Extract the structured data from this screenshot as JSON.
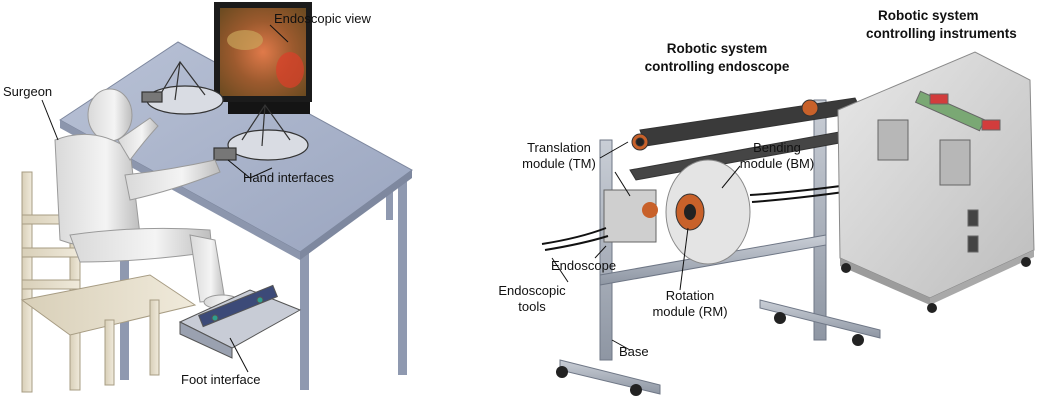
{
  "labels": {
    "endoscopic_view": "Endoscopic view",
    "surgeon": "Surgeon",
    "hand_interfaces": "Hand interfaces",
    "foot_interface": "Foot interface",
    "robot_endoscope_l1": "Robotic system",
    "robot_endoscope_l2": "controlling endoscope",
    "robot_instruments_l1": "Robotic system",
    "robot_instruments_l2": "controlling instruments",
    "translation_l1": "Translation",
    "translation_l2": "module (TM)",
    "bending_l1": "Bending",
    "bending_l2": "module (BM)",
    "endoscope": "Endoscope",
    "tools_l1": "Endoscopic",
    "tools_l2": "tools",
    "rotation_l1": "Rotation",
    "rotation_l2": "module (RM)",
    "base": "Base"
  }
}
